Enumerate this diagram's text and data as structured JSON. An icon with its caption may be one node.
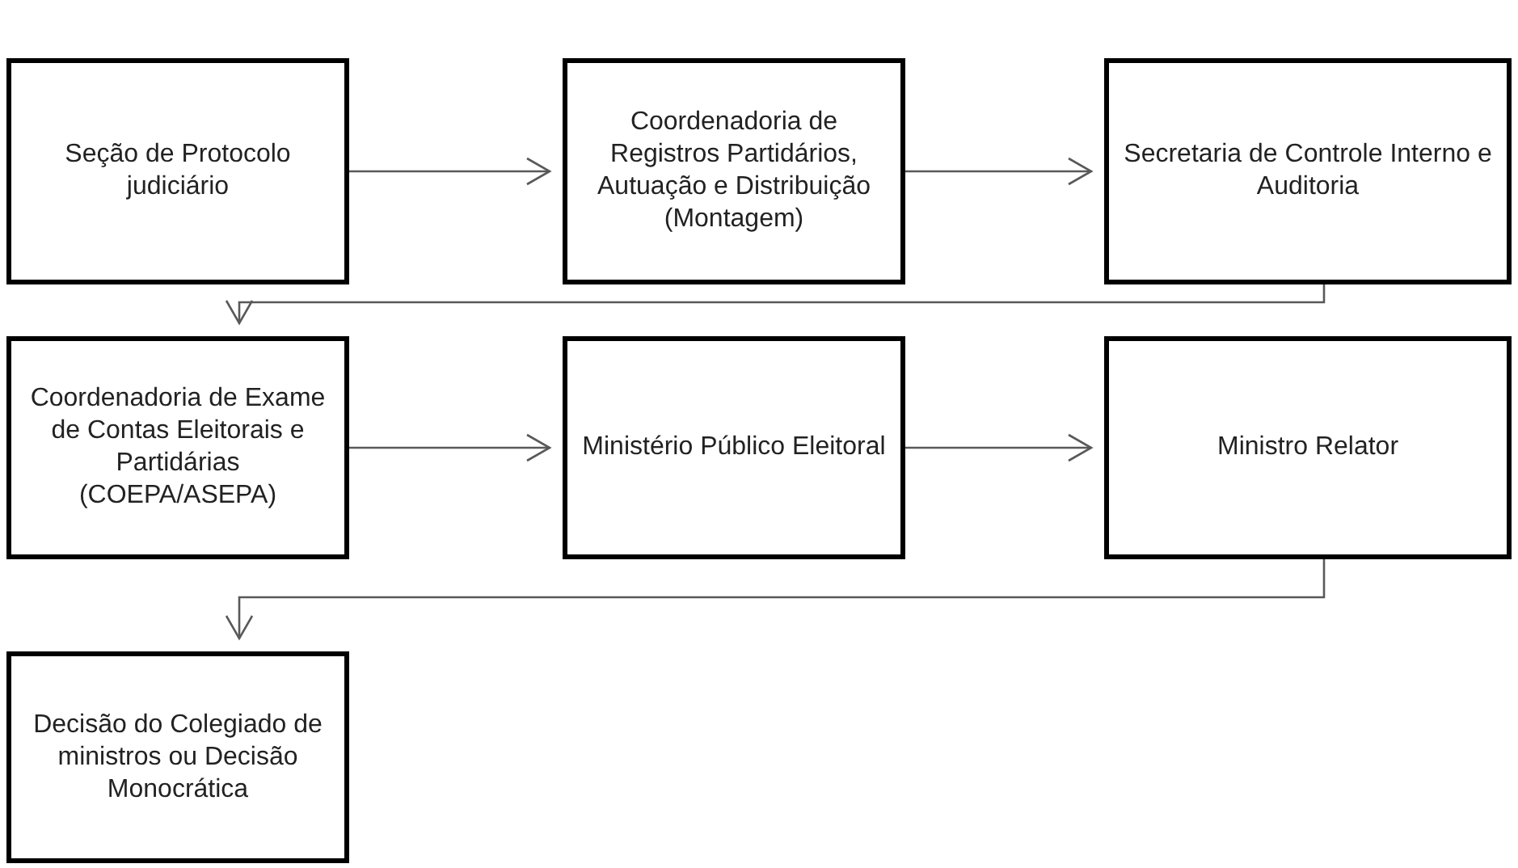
{
  "diagram": {
    "nodes": [
      {
        "text": [
          "Seção de Protocolo judiciário"
        ]
      },
      {
        "text": [
          "Coordenadoria de Registros Partidários, Autuação e Distribuição (Montagem)"
        ]
      },
      {
        "text": [
          "Secretaria de Controle Interno e Auditoria"
        ]
      },
      {
        "text": [
          "Coordenadoria de Exame de Contas Eleitorais e Partidárias (COEPA/ASEPA)"
        ]
      },
      {
        "text": [
          "Ministério Público Eleitoral"
        ]
      },
      {
        "text": [
          "Ministro Relator"
        ]
      },
      {
        "text": [
          "Decisão do Colegiado de ministros ou Decisão Monocrática"
        ]
      }
    ],
    "edges": [
      {
        "from": 0,
        "to": 1,
        "arrow": "to"
      },
      {
        "from": 1,
        "to": 2,
        "arrow": "to"
      },
      {
        "from": 2,
        "to": 3,
        "arrow": "to"
      },
      {
        "from": 3,
        "to": 4,
        "arrow": "to"
      },
      {
        "from": 4,
        "to": 5,
        "arrow": "to"
      },
      {
        "from": 5,
        "to": 6,
        "arrow": "to"
      }
    ]
  }
}
